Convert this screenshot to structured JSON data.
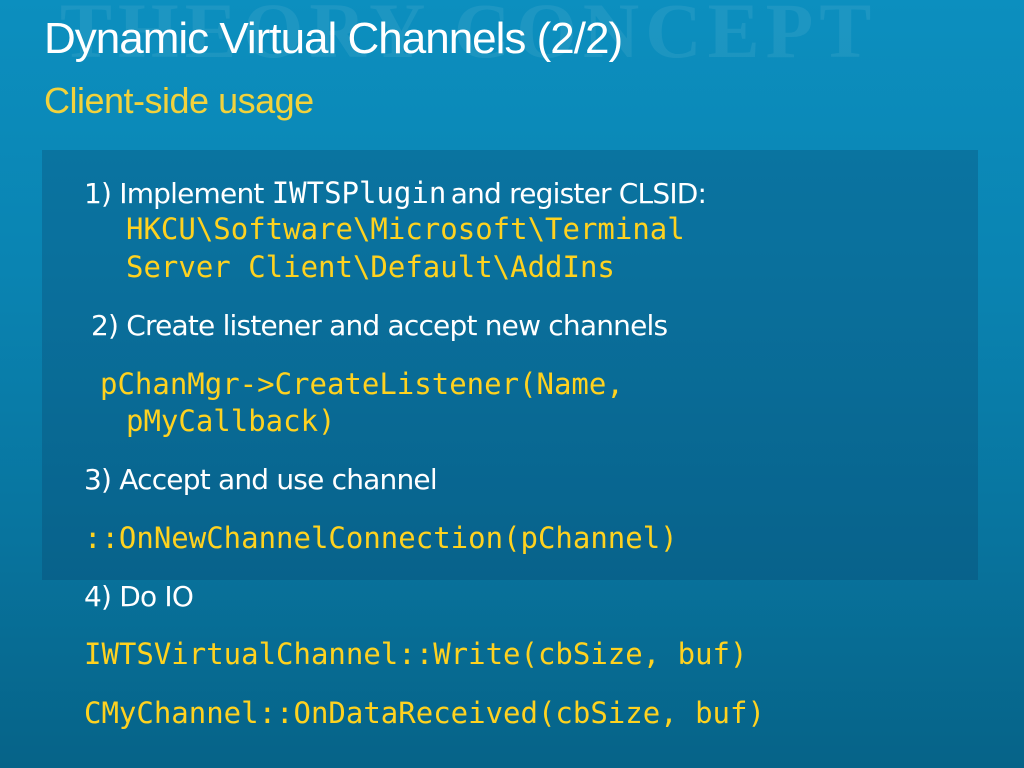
{
  "slide": {
    "watermark": "THEORY CONCEPT",
    "title": "Dynamic Virtual Channels (2/2)",
    "subtitle": "Client-side usage"
  },
  "steps": {
    "step1": {
      "prefix": "1) Implement ",
      "code": "IWTSPlugin",
      "suffix": "and register CLSID:",
      "registry_line1": "HKCU\\Software\\Microsoft\\Terminal",
      "registry_line2": "Server Client\\Default\\AddIns"
    },
    "step2": {
      "text": "2) Create listener and accept new channels",
      "code_line1": "pChanMgr->CreateListener(Name,",
      "code_line2": "pMyCallback)"
    },
    "step3": {
      "text": "3) Accept and use channel",
      "code": "::OnNewChannelConnection(pChannel)"
    },
    "step4": {
      "text": "4) Do IO",
      "code_line1": "IWTSVirtualChannel::Write(cbSize, buf)",
      "code_line2": "CMyChannel::OnDataReceived(cbSize, buf)"
    }
  },
  "colors": {
    "background": "#0a84b2",
    "title": "#ffffff",
    "subtitle": "#f2d23c",
    "code": "#ffd21f"
  }
}
